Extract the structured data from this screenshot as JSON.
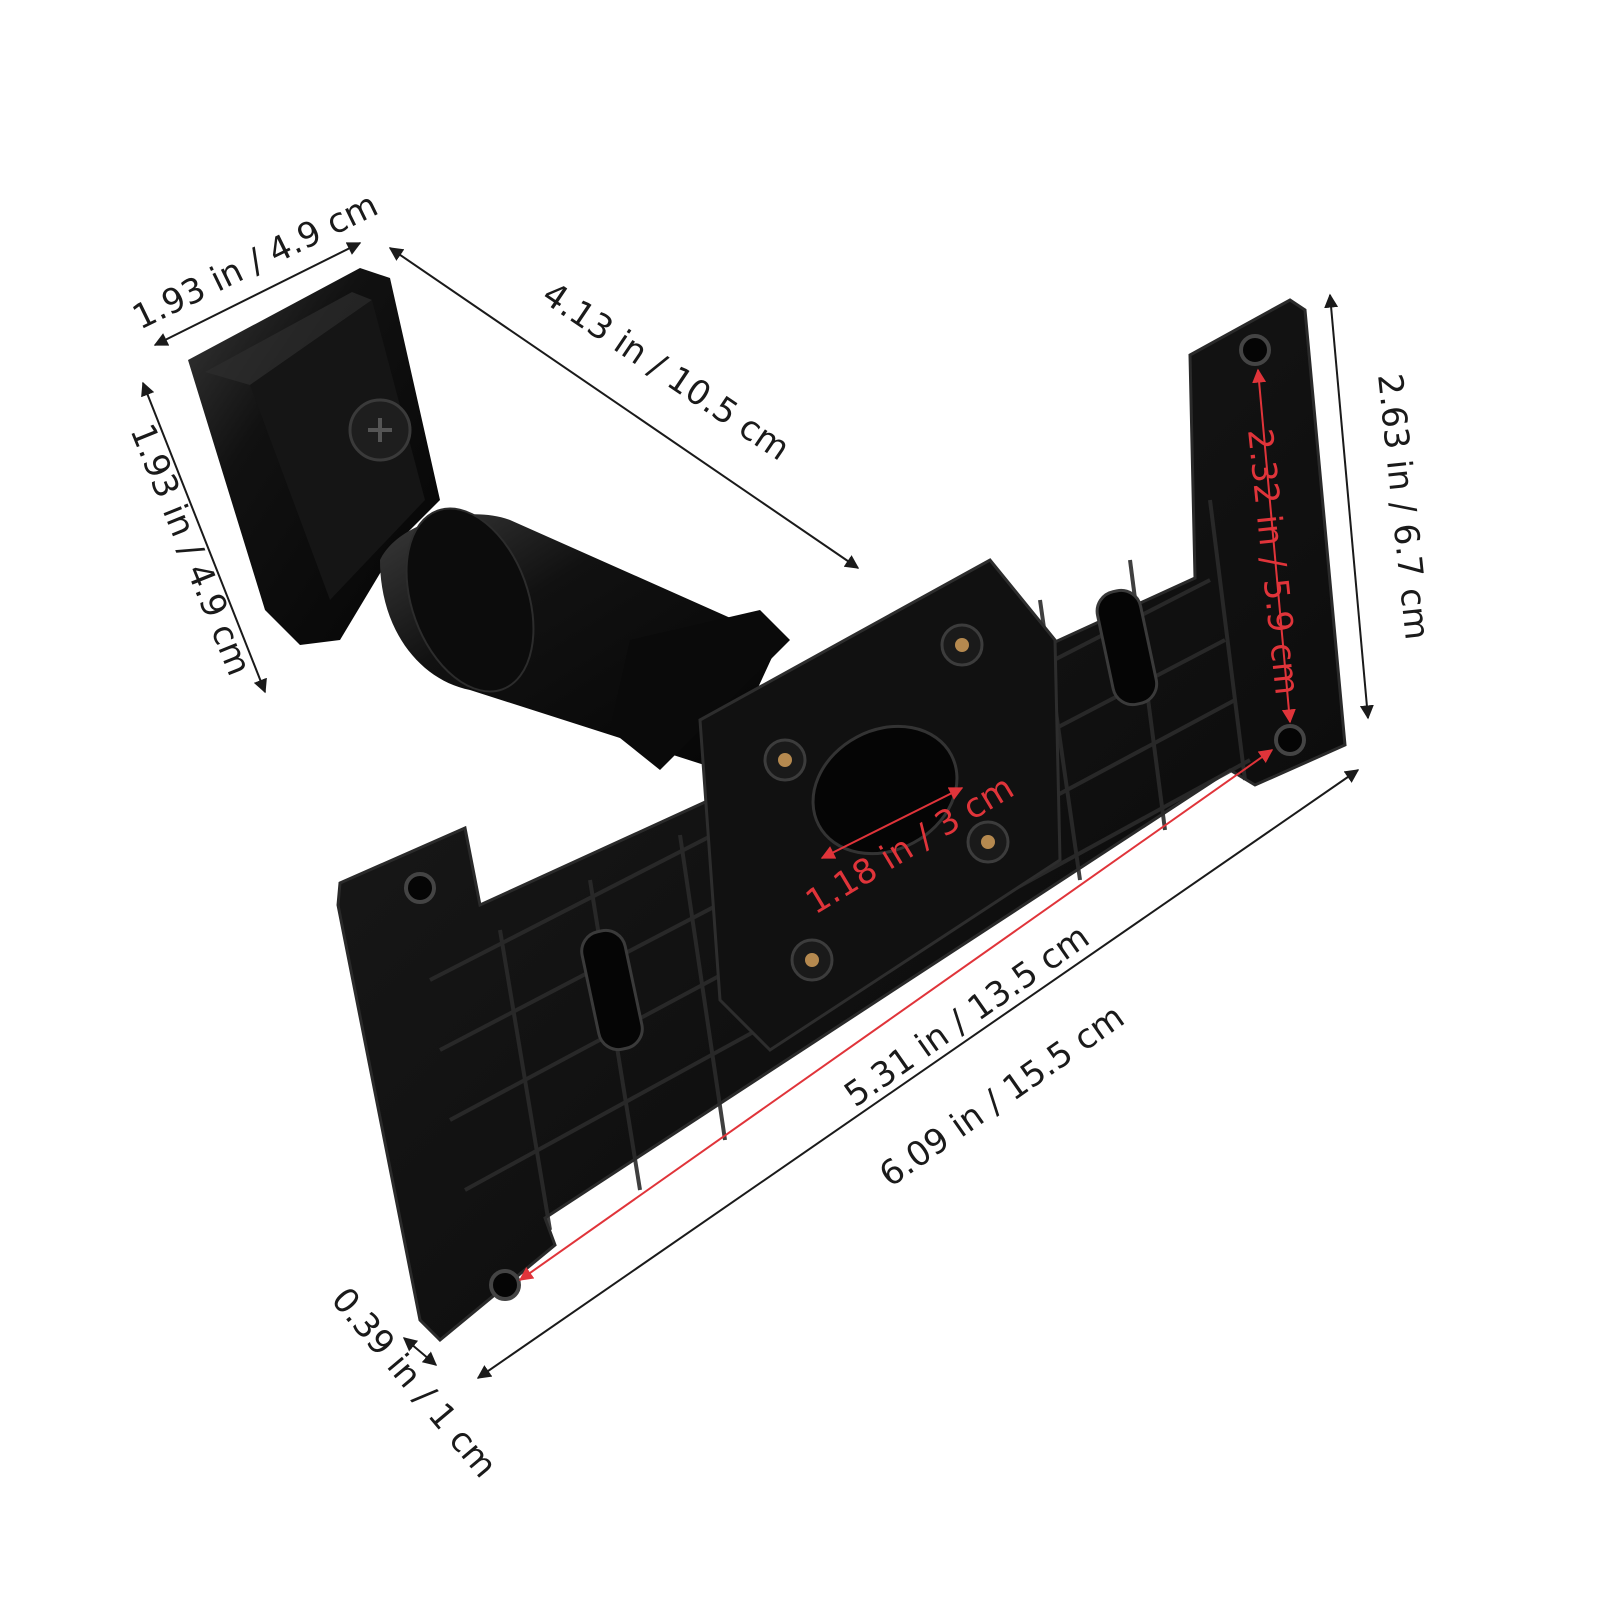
{
  "dimensions": {
    "clamp_width": "1.93 in / 4.9 cm",
    "clamp_height": "1.93 in / 4.9 cm",
    "arm_length": "4.13 in / 10.5 cm",
    "plate_height": "2.63 in / 6.7 cm",
    "hole_spacing_vertical": "2.32 in / 5.9 cm",
    "center_hole_spacing": "1.18 in / 3 cm",
    "hole_spacing_horizontal": "5.31 in / 13.5 cm",
    "plate_length": "6.09 in / 15.5 cm",
    "plate_thickness": "0.39 in / 1 cm"
  },
  "colors": {
    "product": "#0e0e0e",
    "measure_line": "#1a1a1a",
    "highlight_measure": "#e0343a"
  }
}
